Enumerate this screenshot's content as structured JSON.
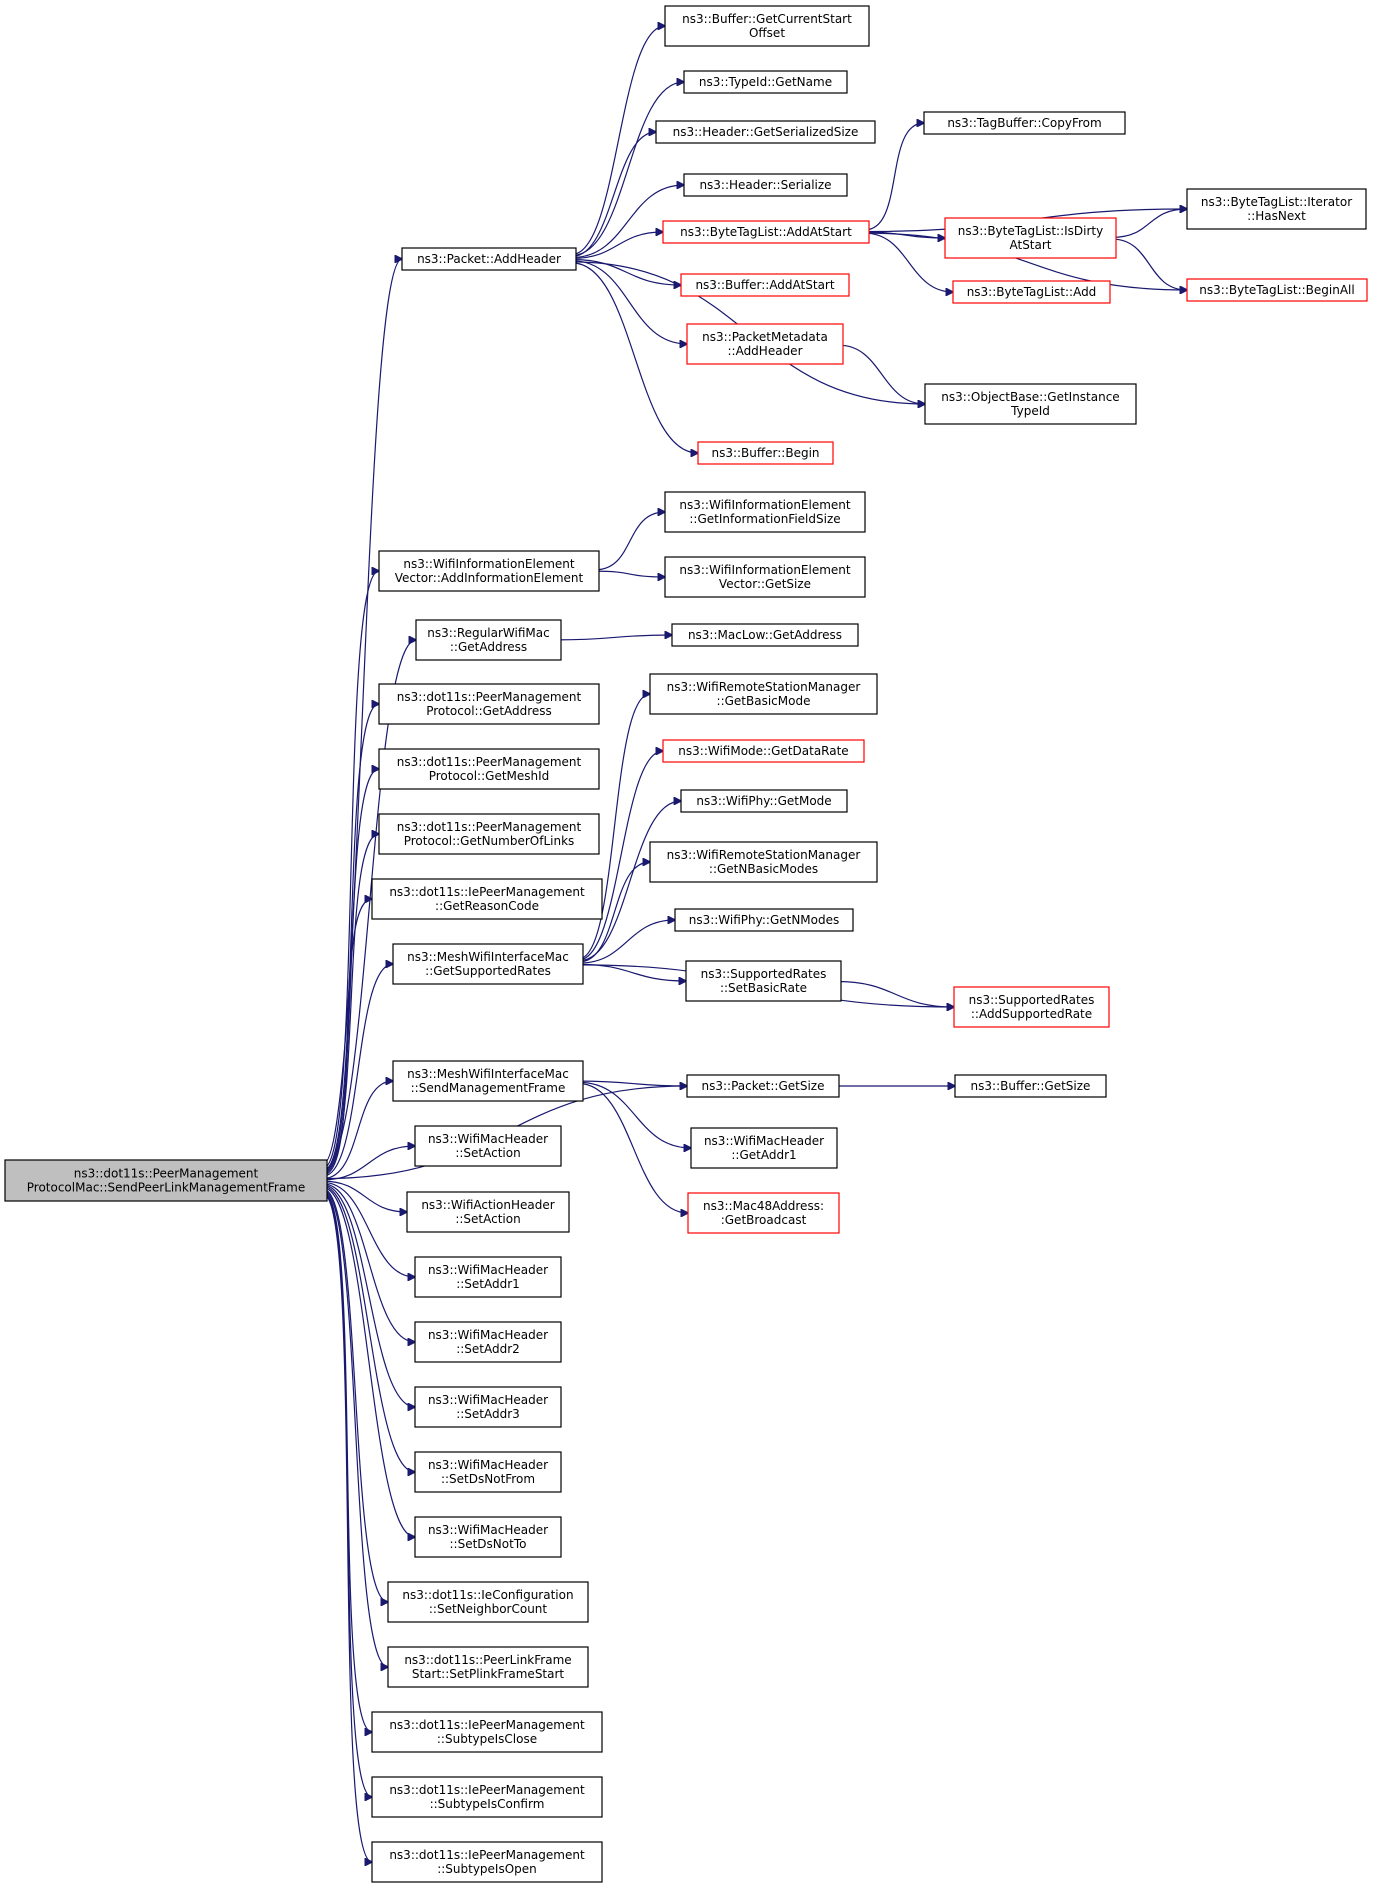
{
  "colors": {
    "edge": "#191970",
    "node_border": "#000000",
    "node_border_truncated": "#ff0000",
    "root_fill": "#bfbfbf"
  },
  "nodes": [
    {
      "id": "root",
      "lines": [
        "ns3::dot11s::PeerManagement",
        "ProtocolMac::SendPeerLinkManagementFrame"
      ],
      "style": "root"
    },
    {
      "id": "addheader",
      "lines": [
        "ns3::Packet::AddHeader"
      ]
    },
    {
      "id": "getcurstart",
      "lines": [
        "ns3::Buffer::GetCurrentStart",
        "Offset"
      ]
    },
    {
      "id": "typeidname",
      "lines": [
        "ns3::TypeId::GetName"
      ]
    },
    {
      "id": "getserial",
      "lines": [
        "ns3::Header::GetSerializedSize"
      ]
    },
    {
      "id": "serialize",
      "lines": [
        "ns3::Header::Serialize"
      ]
    },
    {
      "id": "btaddatstart",
      "lines": [
        "ns3::ByteTagList::AddAtStart"
      ],
      "style": "red"
    },
    {
      "id": "bufaddatstart",
      "lines": [
        "ns3::Buffer::AddAtStart"
      ],
      "style": "red"
    },
    {
      "id": "pmaddheader",
      "lines": [
        "ns3::PacketMetadata",
        "::AddHeader"
      ],
      "style": "red"
    },
    {
      "id": "bufbegin",
      "lines": [
        "ns3::Buffer::Begin"
      ],
      "style": "red"
    },
    {
      "id": "tagcopy",
      "lines": [
        "ns3::TagBuffer::CopyFrom"
      ]
    },
    {
      "id": "btisdirty",
      "lines": [
        "ns3::ByteTagList::IsDirty",
        "AtStart"
      ],
      "style": "red"
    },
    {
      "id": "btadd",
      "lines": [
        "ns3::ByteTagList::Add"
      ],
      "style": "red"
    },
    {
      "id": "objinstance",
      "lines": [
        "ns3::ObjectBase::GetInstance",
        "TypeId"
      ]
    },
    {
      "id": "bthasnext",
      "lines": [
        "ns3::ByteTagList::Iterator",
        "::HasNext"
      ]
    },
    {
      "id": "btbeginall",
      "lines": [
        "ns3::ByteTagList::BeginAll"
      ],
      "style": "red"
    },
    {
      "id": "wievaddinfo",
      "lines": [
        "ns3::WifiInformationElement",
        "Vector::AddInformationElement"
      ]
    },
    {
      "id": "wiefieldsize",
      "lines": [
        "ns3::WifiInformationElement",
        "::GetInformationFieldSize"
      ]
    },
    {
      "id": "wievgetsize",
      "lines": [
        "ns3::WifiInformationElement",
        "Vector::GetSize"
      ]
    },
    {
      "id": "regwifiaddr",
      "lines": [
        "ns3::RegularWifiMac",
        "::GetAddress"
      ]
    },
    {
      "id": "maclowaddr",
      "lines": [
        "ns3::MacLow::GetAddress"
      ]
    },
    {
      "id": "pmpgetaddr",
      "lines": [
        "ns3::dot11s::PeerManagement",
        "Protocol::GetAddress"
      ]
    },
    {
      "id": "pmpmeshid",
      "lines": [
        "ns3::dot11s::PeerManagement",
        "Protocol::GetMeshId"
      ]
    },
    {
      "id": "pmpnumlinks",
      "lines": [
        "ns3::dot11s::PeerManagement",
        "Protocol::GetNumberOfLinks"
      ]
    },
    {
      "id": "iepmreason",
      "lines": [
        "ns3::dot11s::IePeerManagement",
        "::GetReasonCode"
      ]
    },
    {
      "id": "mwimsupported",
      "lines": [
        "ns3::MeshWifiInterfaceMac",
        "::GetSupportedRates"
      ]
    },
    {
      "id": "wrsmbasicmode",
      "lines": [
        "ns3::WifiRemoteStationManager",
        "::GetBasicMode"
      ]
    },
    {
      "id": "wmdatarate",
      "lines": [
        "ns3::WifiMode::GetDataRate"
      ],
      "style": "red"
    },
    {
      "id": "wpgetmode",
      "lines": [
        "ns3::WifiPhy::GetMode"
      ]
    },
    {
      "id": "wrsmnbasic",
      "lines": [
        "ns3::WifiRemoteStationManager",
        "::GetNBasicModes"
      ]
    },
    {
      "id": "wpgetnmodes",
      "lines": [
        "ns3::WifiPhy::GetNModes"
      ]
    },
    {
      "id": "srsetbasic",
      "lines": [
        "ns3::SupportedRates",
        "::SetBasicRate"
      ]
    },
    {
      "id": "sraddsupported",
      "lines": [
        "ns3::SupportedRates",
        "::AddSupportedRate"
      ],
      "style": "red"
    },
    {
      "id": "mwimsendmgmt",
      "lines": [
        "ns3::MeshWifiInterfaceMac",
        "::SendManagementFrame"
      ]
    },
    {
      "id": "pktgetsize",
      "lines": [
        "ns3::Packet::GetSize"
      ]
    },
    {
      "id": "bufgetsize",
      "lines": [
        "ns3::Buffer::GetSize"
      ]
    },
    {
      "id": "wmhgetaddr1",
      "lines": [
        "ns3::WifiMacHeader",
        "::GetAddr1"
      ]
    },
    {
      "id": "m48bcast",
      "lines": [
        "ns3::Mac48Address:",
        ":GetBroadcast"
      ],
      "style": "red"
    },
    {
      "id": "wmhsetaction",
      "lines": [
        "ns3::WifiMacHeader",
        "::SetAction"
      ]
    },
    {
      "id": "wahsetaction",
      "lines": [
        "ns3::WifiActionHeader",
        "::SetAction"
      ]
    },
    {
      "id": "wmhsetaddr1",
      "lines": [
        "ns3::WifiMacHeader",
        "::SetAddr1"
      ]
    },
    {
      "id": "wmhsetaddr2",
      "lines": [
        "ns3::WifiMacHeader",
        "::SetAddr2"
      ]
    },
    {
      "id": "wmhsetaddr3",
      "lines": [
        "ns3::WifiMacHeader",
        "::SetAddr3"
      ]
    },
    {
      "id": "wmhdsnotfrom",
      "lines": [
        "ns3::WifiMacHeader",
        "::SetDsNotFrom"
      ]
    },
    {
      "id": "wmhdsnotto",
      "lines": [
        "ns3::WifiMacHeader",
        "::SetDsNotTo"
      ]
    },
    {
      "id": "iecfgneighbor",
      "lines": [
        "ns3::dot11s::IeConfiguration",
        "::SetNeighborCount"
      ]
    },
    {
      "id": "plfsetstart",
      "lines": [
        "ns3::dot11s::PeerLinkFrame",
        "Start::SetPlinkFrameStart"
      ]
    },
    {
      "id": "iepmclose",
      "lines": [
        "ns3::dot11s::IePeerManagement",
        "::SubtypeIsClose"
      ]
    },
    {
      "id": "iepmconfirm",
      "lines": [
        "ns3::dot11s::IePeerManagement",
        "::SubtypeIsConfirm"
      ]
    },
    {
      "id": "iepmopen",
      "lines": [
        "ns3::dot11s::IePeerManagement",
        "::SubtypeIsOpen"
      ]
    }
  ],
  "edges": [
    [
      "root",
      "addheader"
    ],
    [
      "root",
      "wievaddinfo"
    ],
    [
      "root",
      "regwifiaddr"
    ],
    [
      "root",
      "pmpgetaddr"
    ],
    [
      "root",
      "pmpmeshid"
    ],
    [
      "root",
      "pmpnumlinks"
    ],
    [
      "root",
      "iepmreason"
    ],
    [
      "root",
      "mwimsupported"
    ],
    [
      "root",
      "pktgetsize"
    ],
    [
      "root",
      "mwimsendmgmt"
    ],
    [
      "root",
      "wmhsetaction"
    ],
    [
      "root",
      "wahsetaction"
    ],
    [
      "root",
      "wmhsetaddr1"
    ],
    [
      "root",
      "wmhsetaddr2"
    ],
    [
      "root",
      "wmhsetaddr3"
    ],
    [
      "root",
      "wmhdsnotfrom"
    ],
    [
      "root",
      "wmhdsnotto"
    ],
    [
      "root",
      "iecfgneighbor"
    ],
    [
      "root",
      "plfsetstart"
    ],
    [
      "root",
      "iepmclose"
    ],
    [
      "root",
      "iepmconfirm"
    ],
    [
      "root",
      "iepmopen"
    ],
    [
      "addheader",
      "getcurstart"
    ],
    [
      "addheader",
      "typeidname"
    ],
    [
      "addheader",
      "getserial"
    ],
    [
      "addheader",
      "serialize"
    ],
    [
      "addheader",
      "btaddatstart"
    ],
    [
      "addheader",
      "bufaddatstart"
    ],
    [
      "addheader",
      "pmaddheader"
    ],
    [
      "addheader",
      "objinstance"
    ],
    [
      "addheader",
      "bufbegin"
    ],
    [
      "btaddatstart",
      "tagcopy"
    ],
    [
      "btaddatstart",
      "bthasnext"
    ],
    [
      "btaddatstart",
      "btisdirty"
    ],
    [
      "btaddatstart",
      "btadd"
    ],
    [
      "btaddatstart",
      "btbeginall"
    ],
    [
      "btisdirty",
      "bthasnext"
    ],
    [
      "btisdirty",
      "btbeginall"
    ],
    [
      "pmaddheader",
      "objinstance"
    ],
    [
      "wievaddinfo",
      "wiefieldsize"
    ],
    [
      "wievaddinfo",
      "wievgetsize"
    ],
    [
      "regwifiaddr",
      "maclowaddr"
    ],
    [
      "mwimsupported",
      "wrsmbasicmode"
    ],
    [
      "mwimsupported",
      "wmdatarate"
    ],
    [
      "mwimsupported",
      "wpgetmode"
    ],
    [
      "mwimsupported",
      "wrsmnbasic"
    ],
    [
      "mwimsupported",
      "wpgetnmodes"
    ],
    [
      "mwimsupported",
      "srsetbasic"
    ],
    [
      "mwimsupported",
      "sraddsupported"
    ],
    [
      "srsetbasic",
      "sraddsupported"
    ],
    [
      "mwimsendmgmt",
      "pktgetsize"
    ],
    [
      "mwimsendmgmt",
      "wmhgetaddr1"
    ],
    [
      "mwimsendmgmt",
      "m48bcast"
    ],
    [
      "pktgetsize",
      "bufgetsize"
    ]
  ]
}
